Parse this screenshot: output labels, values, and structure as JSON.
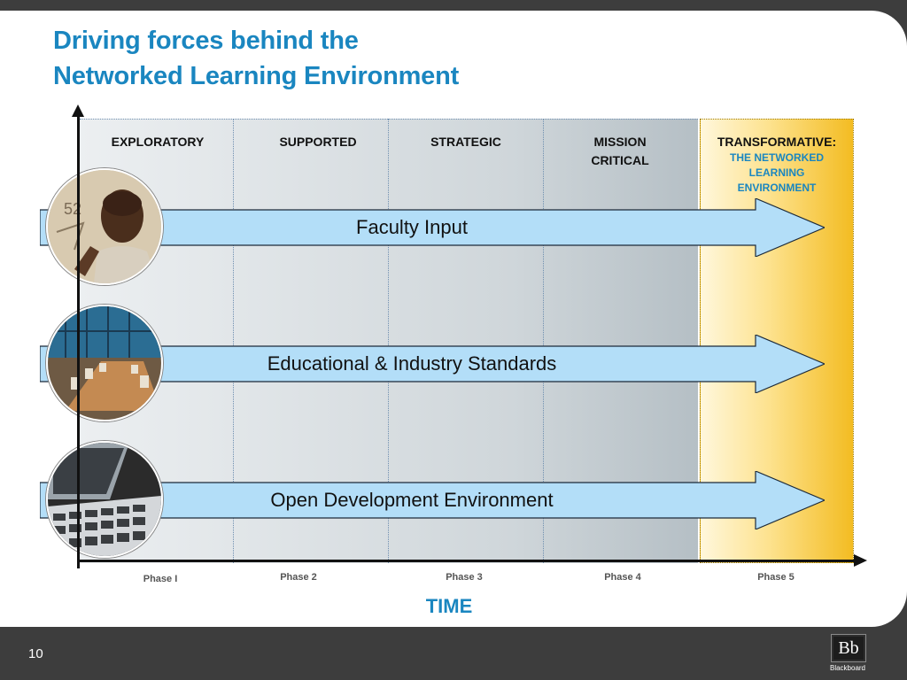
{
  "slide": {
    "title_line1": "Driving forces behind the",
    "title_line2": "Networked Learning Environment",
    "page_number": "10",
    "axis_label": "TIME"
  },
  "stages": [
    {
      "line1": "EXPLORATORY",
      "line2": ""
    },
    {
      "line1": "SUPPORTED",
      "line2": ""
    },
    {
      "line1": "STRATEGIC",
      "line2": ""
    },
    {
      "line1": "MISSION",
      "line2": "CRITICAL"
    }
  ],
  "final_stage": {
    "heading": "TRANSFORMATIVE:",
    "sub1": "THE NETWORKED",
    "sub2": "LEARNING",
    "sub3": "ENVIRONMENT"
  },
  "forces": [
    {
      "label": "Faculty Input",
      "image": "teacher-photo"
    },
    {
      "label": "Educational & Industry Standards",
      "image": "boardroom-photo"
    },
    {
      "label": "Open Development Environment",
      "image": "laptop-keyboard-photo"
    }
  ],
  "phases": [
    "Phase I",
    "Phase 2",
    "Phase 3",
    "Phase 4",
    "Phase 5"
  ],
  "logo": {
    "mark": "Bb",
    "text": "Blackboard"
  },
  "colors": {
    "title": "#1a86c0",
    "arrow_fill": "#b3def8",
    "gold_band": "#f3bc22",
    "background": "#3d3d3d"
  }
}
